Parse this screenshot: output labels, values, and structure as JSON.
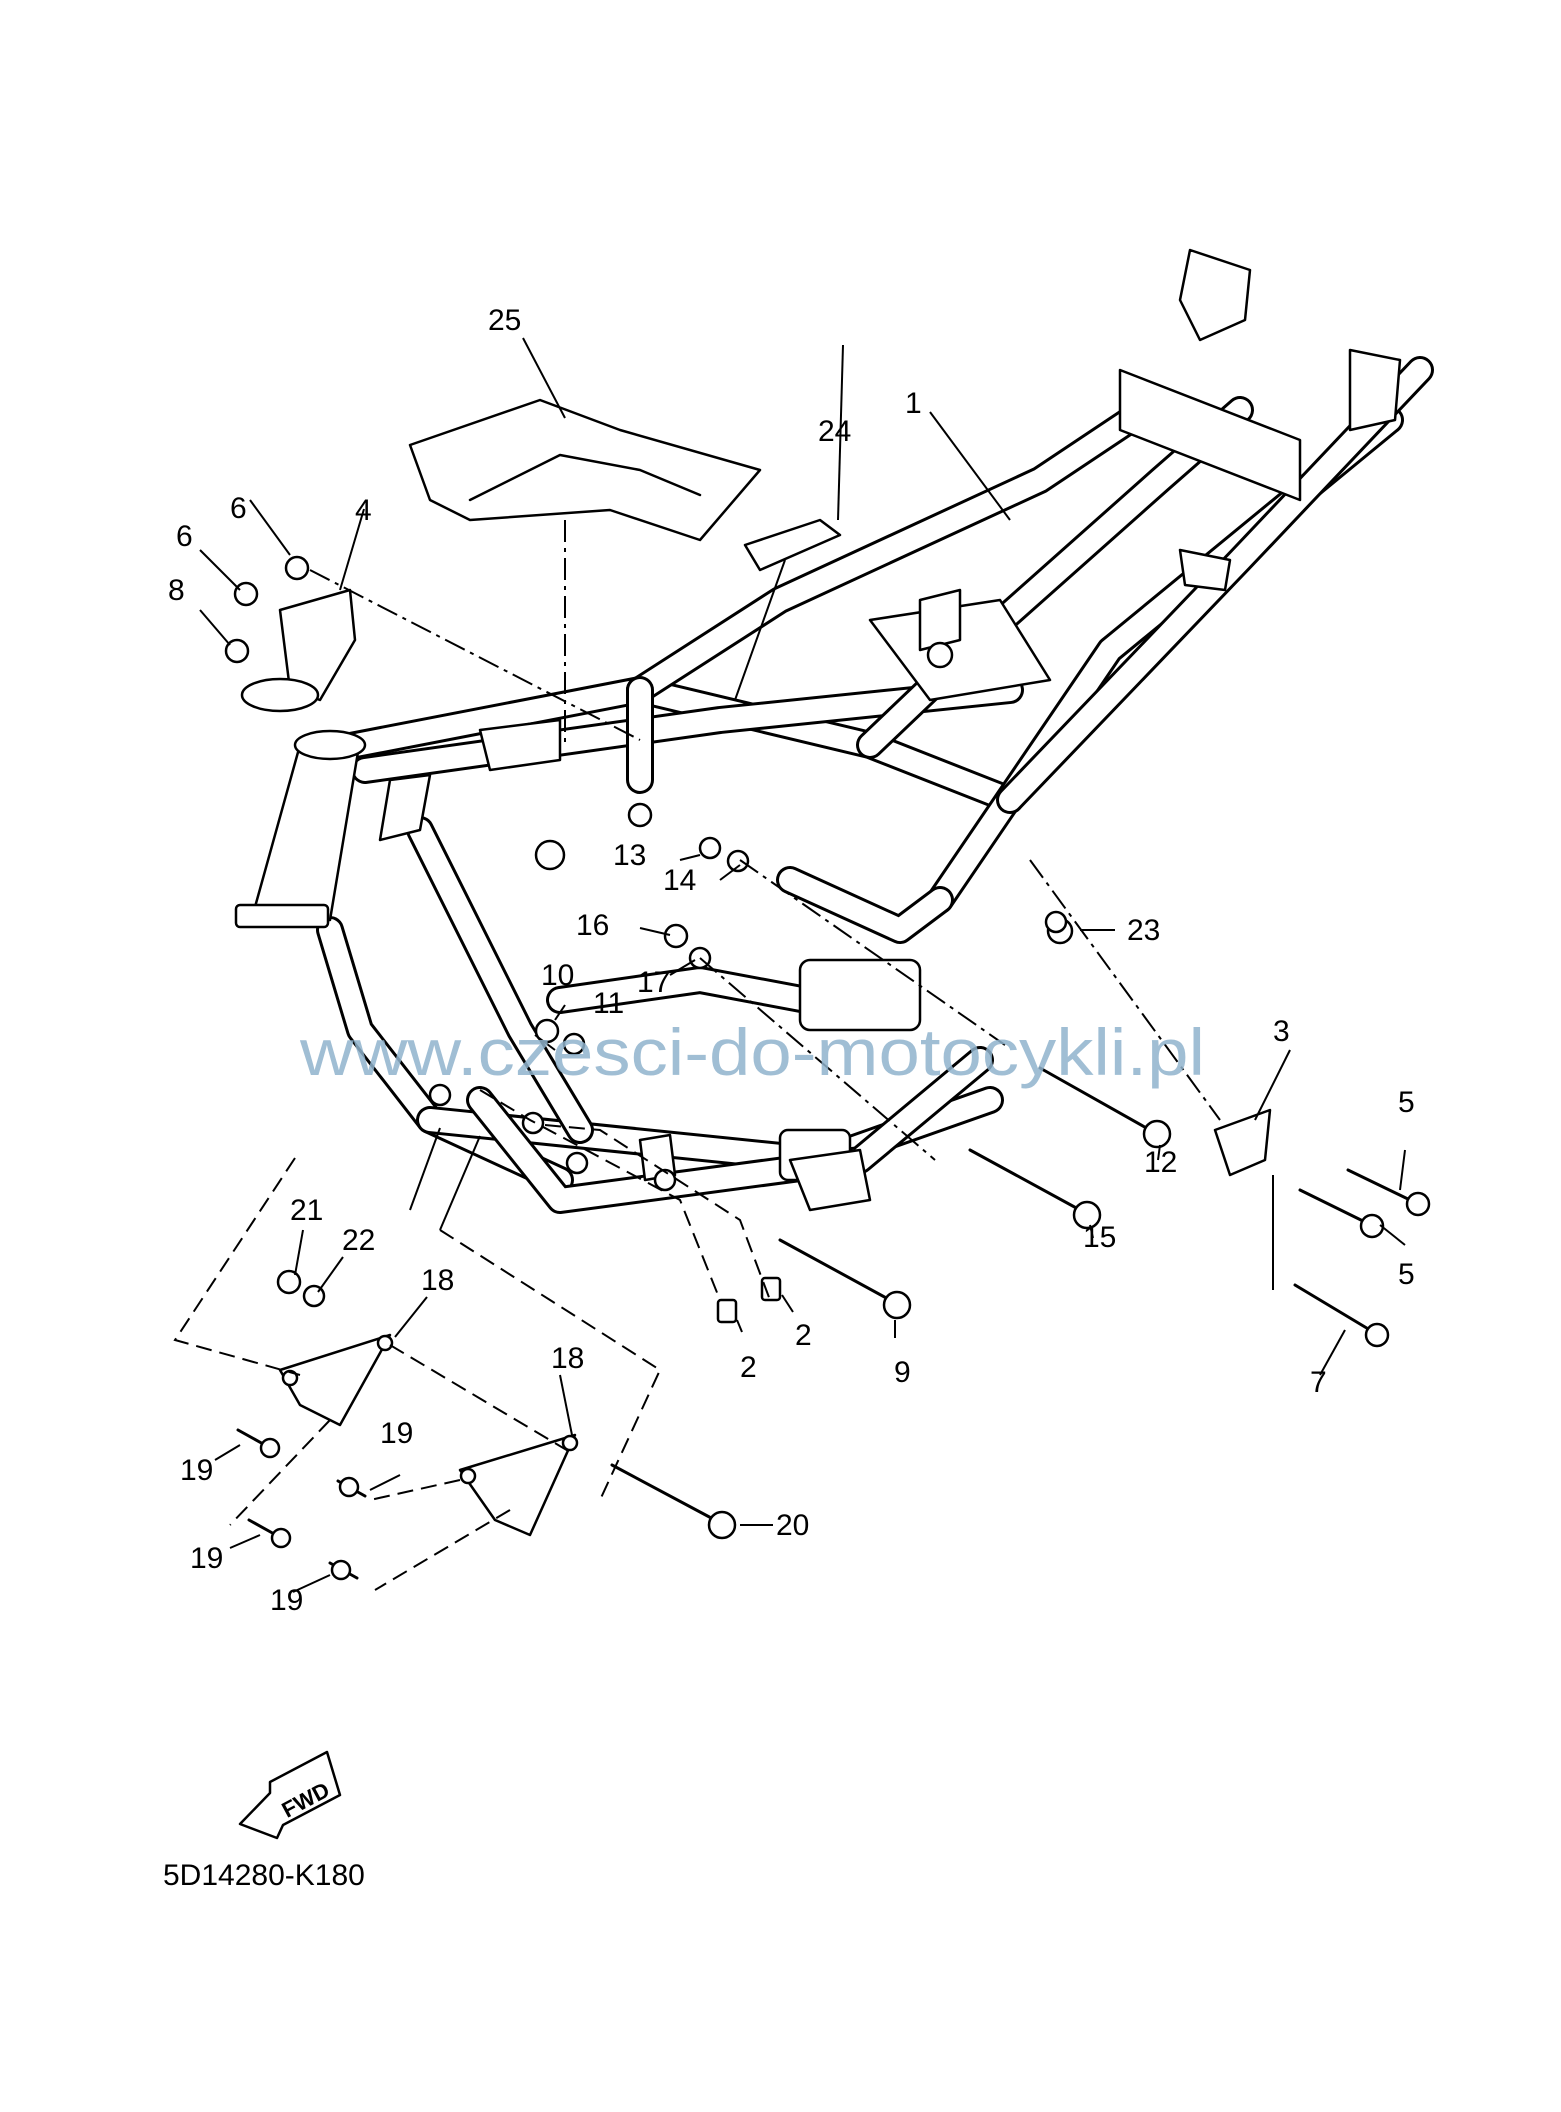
{
  "diagram": {
    "callouts": [
      "1",
      "2",
      "2",
      "3",
      "4",
      "5",
      "5",
      "6",
      "6",
      "7",
      "8",
      "9",
      "10",
      "11",
      "12",
      "13",
      "14",
      "15",
      "16",
      "17",
      "18",
      "18",
      "19",
      "19",
      "19",
      "19",
      "20",
      "21",
      "22",
      "23",
      "24",
      "25"
    ],
    "watermark": "www.czesci-do-motocykli.pl",
    "fwd_label": "FWD",
    "part_code": "5D14280-K180"
  }
}
